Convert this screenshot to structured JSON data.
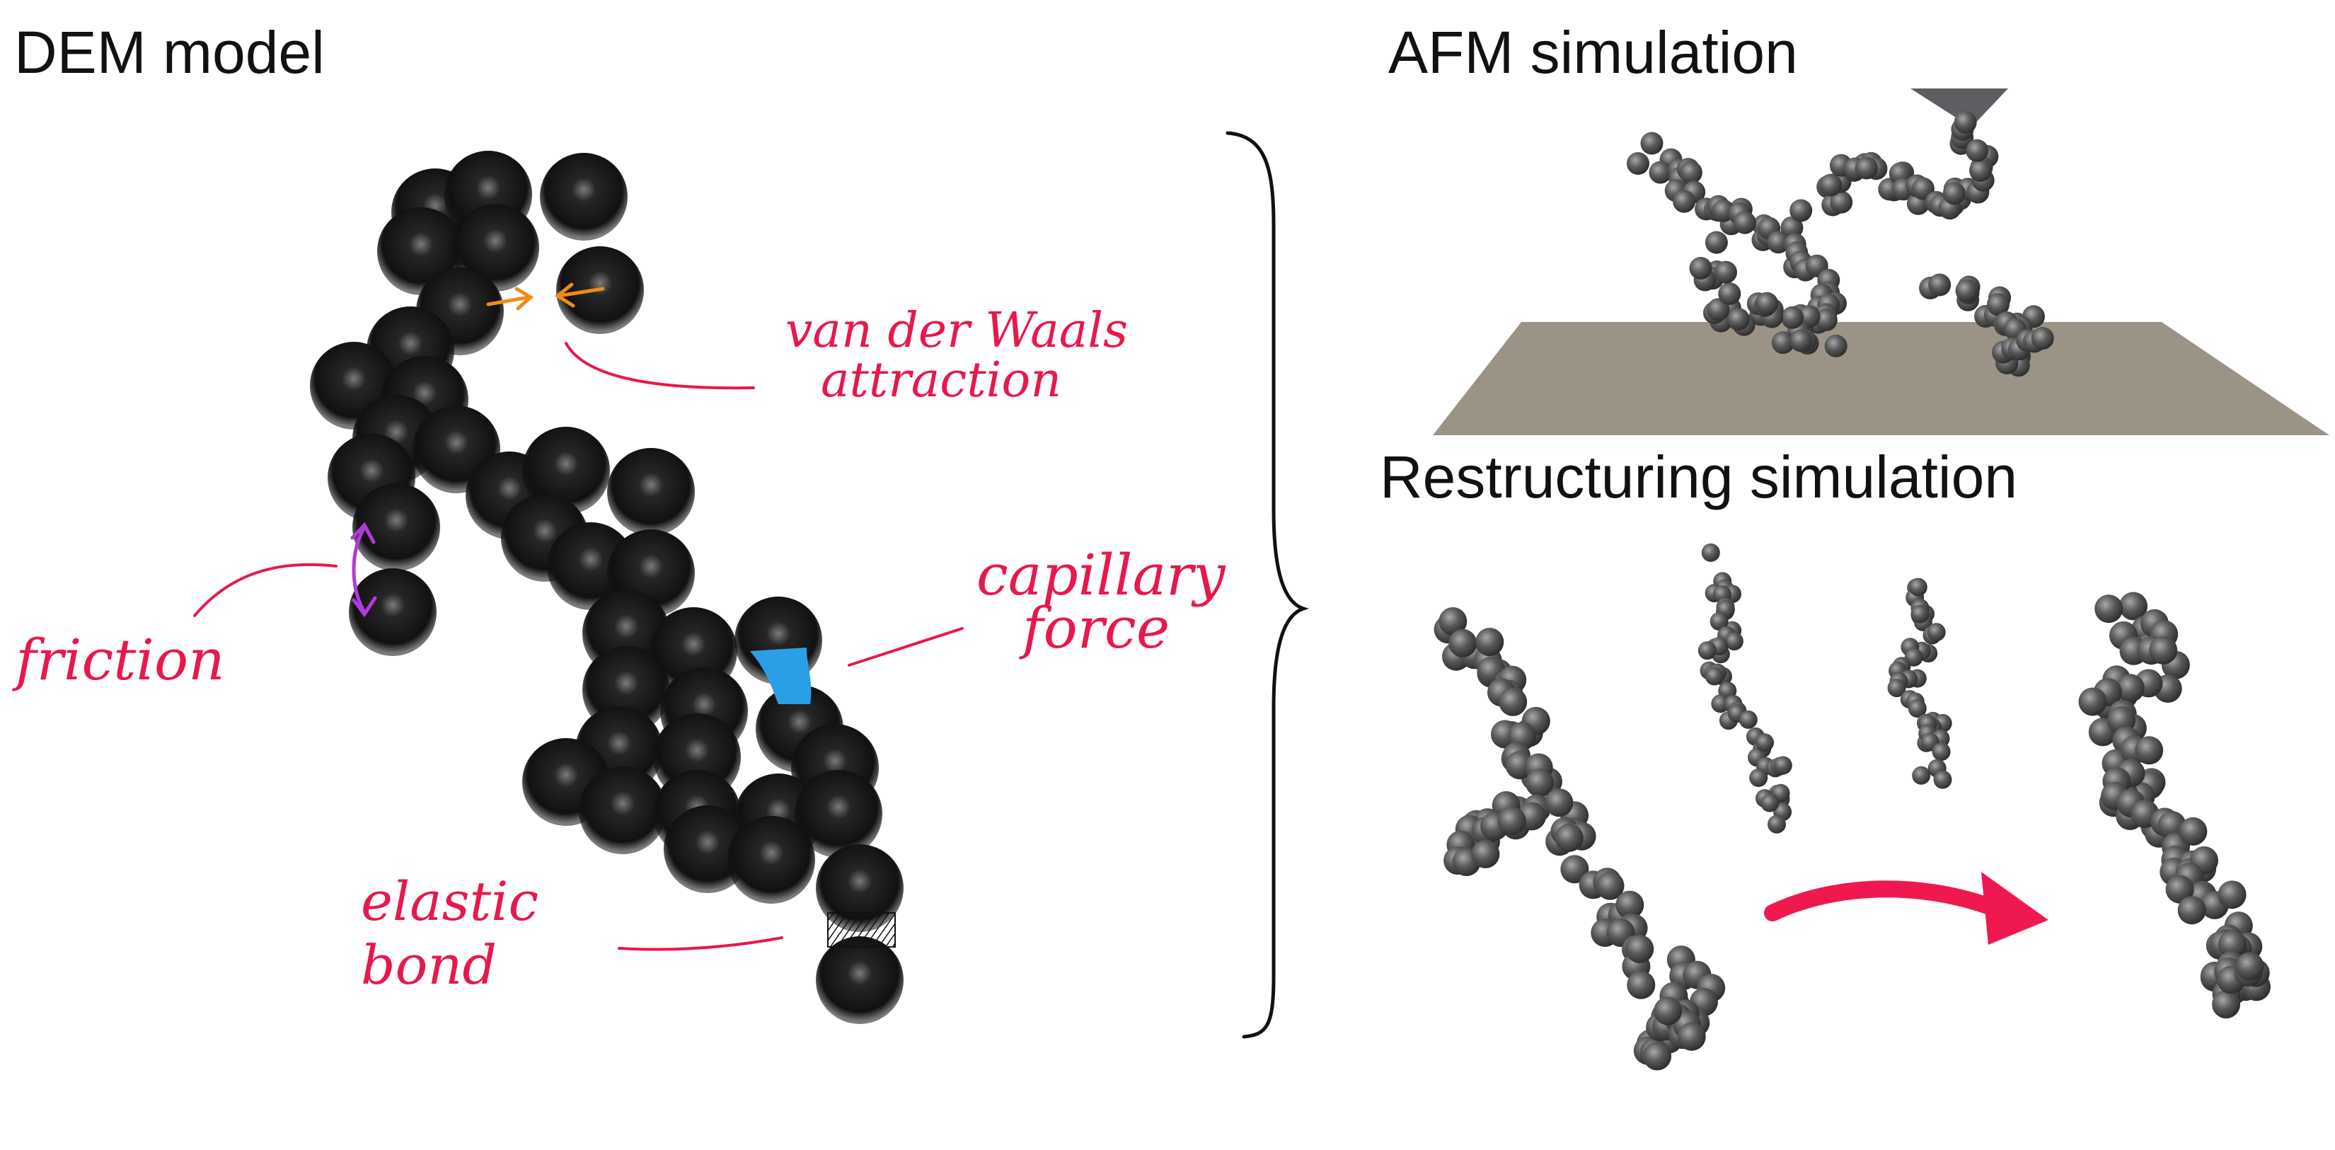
{
  "titles": {
    "dem_model": "DEM model",
    "afm_simulation": "AFM simulation",
    "restructuring_simulation": "Restructuring simulation"
  },
  "annotations": {
    "van_der_waals_line1": "van der Waals",
    "van_der_waals_line2": "attraction",
    "friction": "friction",
    "capillary_line1": "capillary",
    "capillary_line2": "force",
    "elastic_line1": "elastic",
    "elastic_line2": "bond"
  },
  "colors": {
    "annotation": "#e8184a",
    "vdw_arrows": "#f08a18",
    "friction_arrows": "#b03bd9",
    "capillary_bridge": "#2a9fe6",
    "dem_particle": "#141414",
    "sim_particle": "#555555",
    "afm_surface": "#9a9386",
    "afm_tip": "#5e5e62",
    "flow_arrow": "#f0194f"
  }
}
